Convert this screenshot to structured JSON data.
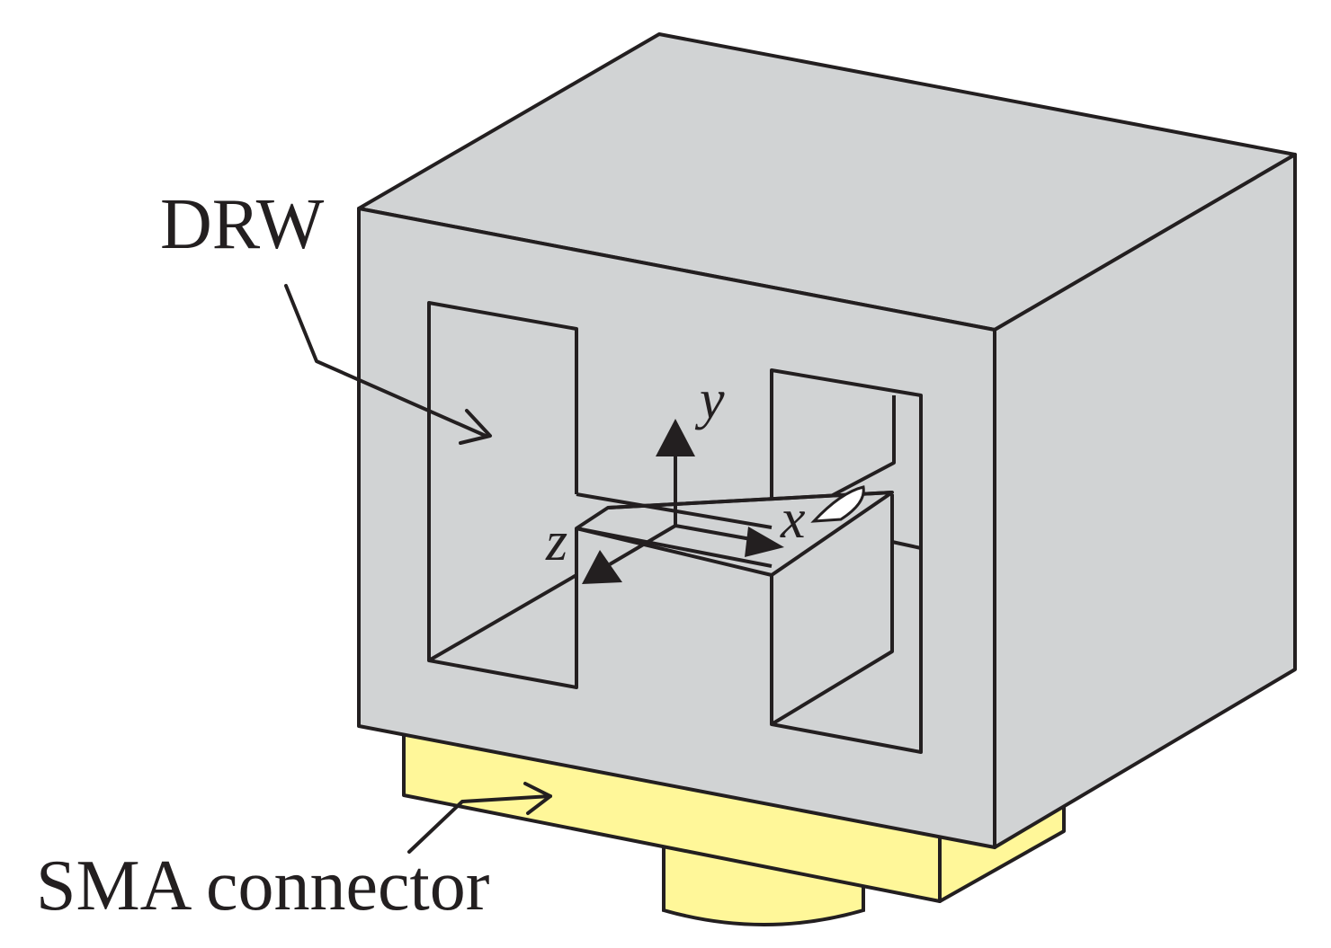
{
  "labels": {
    "drw": "DRW",
    "sma": "SMA connector"
  },
  "axes": {
    "x": "x",
    "y": "y",
    "z": "z"
  },
  "colors": {
    "dielectric_face": "#d1d3d4",
    "connector": "#fff799",
    "outline": "#231f20",
    "hole": "#ffffff"
  }
}
